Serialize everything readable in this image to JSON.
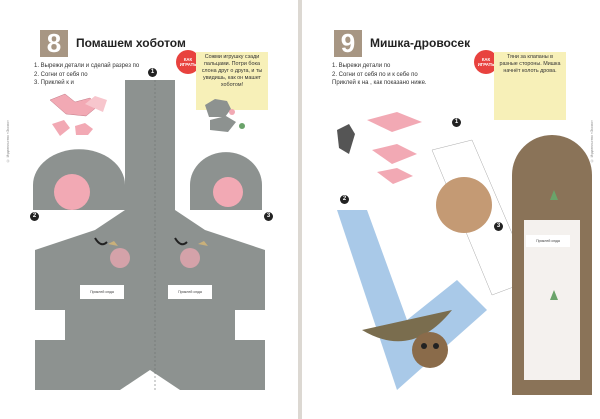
{
  "left": {
    "number": "8",
    "title": "Помашем хоботом",
    "steps": [
      "1. Вырежи детали и сделай разрез по",
      "2. Согни от себя по",
      "3. Приклей  к  и"
    ],
    "badge": "КАК ИГРАТЬ",
    "tip": "Сожми игрушку сзади пальцами. Потри бока слона друг о друга, и ты увидишь, как он машет хоботом!",
    "part_numbers": [
      "1",
      "2",
      "3"
    ],
    "glue_label": "Приклей  сюда",
    "sidebar": "© Издательство «Эксмо»"
  },
  "right": {
    "number": "9",
    "title": "Мишка-дровосек",
    "steps": [
      "1. Вырежи детали по",
      "2. Согни от себя по       и к себе по",
      "Приклей  к  на  , как показано ниже."
    ],
    "badge": "КАК ИГРАТЬ",
    "tip": "Тяни за клапаны в разные стороны. Мишка начнёт колоть дрова.",
    "part_numbers": [
      "1",
      "2",
      "3"
    ],
    "glue_label": "Приклей  сюда",
    "sidebar": "© Издательство «Эксмо»"
  },
  "colors": {
    "elephant": "#8d9290",
    "pink": "#f2a9b4",
    "brown": "#8a7358",
    "accent": "#e8423e"
  }
}
